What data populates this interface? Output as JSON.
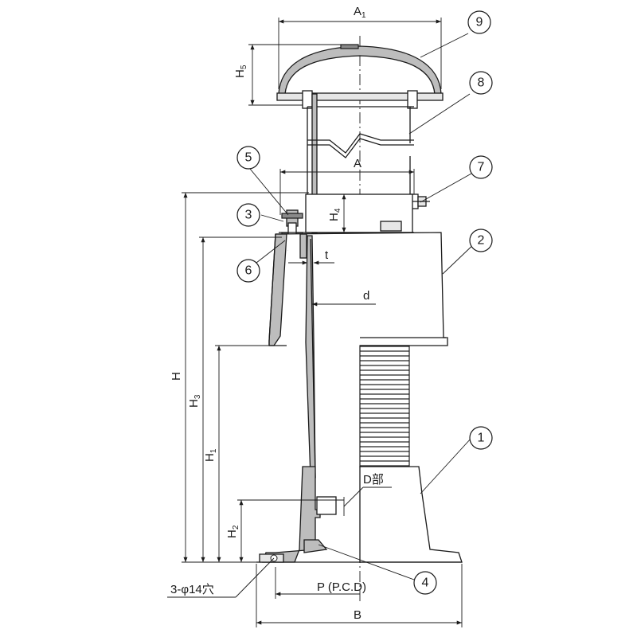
{
  "dimensions": {
    "A1": {
      "main": "A",
      "sub": "1"
    },
    "A": {
      "main": "A"
    },
    "H5": {
      "main": "H",
      "sub": "5"
    },
    "H4": {
      "main": "H",
      "sub": "4"
    },
    "H": {
      "main": "H"
    },
    "H3": {
      "main": "H",
      "sub": "3"
    },
    "H1": {
      "main": "H",
      "sub": "1"
    },
    "H2": {
      "main": "H",
      "sub": "2"
    },
    "t": {
      "main": "t"
    },
    "d": {
      "main": "d"
    },
    "D_part": {
      "main": "D部"
    },
    "P": {
      "main": "P (P.C.D)"
    },
    "B": {
      "main": "B"
    },
    "holes": {
      "main": "3-φ14穴"
    }
  },
  "callouts": [
    "1",
    "2",
    "3",
    "4",
    "5",
    "6",
    "7",
    "8",
    "9"
  ]
}
